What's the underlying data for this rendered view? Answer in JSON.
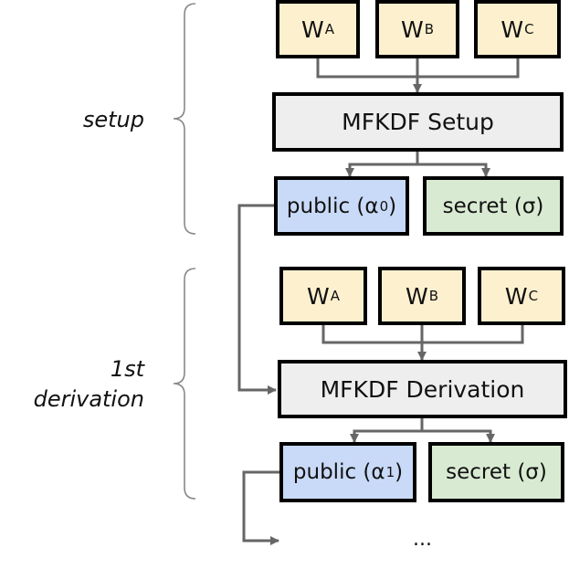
{
  "setup": {
    "label": "setup",
    "factors": [
      {
        "base": "W",
        "sub": "A"
      },
      {
        "base": "W",
        "sub": "B"
      },
      {
        "base": "W",
        "sub": "C"
      }
    ],
    "process": "MFKDF Setup",
    "public": {
      "text": "public (α",
      "sub": "0",
      "close": ")"
    },
    "secret": "secret (σ)"
  },
  "derivation": {
    "label_line1": "1st",
    "label_line2": "derivation",
    "factors": [
      {
        "base": "W",
        "sub": "A"
      },
      {
        "base": "W",
        "sub": "B"
      },
      {
        "base": "W",
        "sub": "C"
      }
    ],
    "process": "MFKDF Derivation",
    "public": {
      "text": "public (α",
      "sub": "1",
      "close": ")"
    },
    "secret": "secret (σ)"
  },
  "continuation": "...",
  "colors": {
    "factor_fill": "#fdf0cf",
    "process_fill": "#eeeeee",
    "public_fill": "#c9daf8",
    "secret_fill": "#d9ead3",
    "wire": "#666666",
    "brace": "#888888"
  }
}
